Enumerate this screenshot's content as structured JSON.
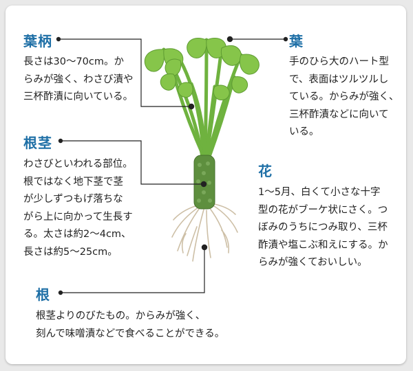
{
  "sections": {
    "petiole": {
      "title": "葉柄",
      "text": [
        "長さは30～70cm。か",
        "らみが強く、わさび漬や",
        "三杯酢漬に向いている。"
      ]
    },
    "rhizome": {
      "title": "根茎",
      "text": [
        "わさびといわれる部位。",
        "根ではなく地下茎で茎",
        "が少しずつもげ落ちな",
        "がら上に向かって生長す",
        "る。太さは約2～4cm、",
        "長さは約5～25cm。"
      ]
    },
    "root": {
      "title": "根",
      "text": [
        "根茎よりのびたもの。からみが強く、",
        "刻んで味噌漬などで食べることができる。"
      ]
    },
    "leaf": {
      "title": "葉",
      "text": [
        "手のひら大のハート型",
        "で、表面はツルツルし",
        "ている。からみが強く、",
        "三杯酢漬などに向いて",
        "いる。"
      ]
    },
    "flower": {
      "title": "花",
      "text": [
        "1～5月、白くて小さな十字",
        "型の花がブーケ状にさく。つ",
        "ぼみのうちにつみ取り、三杯",
        "酢漬や塩こぶ和えにする。か",
        "らみが強くておいしい。"
      ]
    }
  },
  "colors": {
    "title": "#1e6fa6",
    "leaf": "#86c54a",
    "stem": "#6fb23f",
    "rhizome": "#5e8f3e",
    "line": "#222222"
  }
}
